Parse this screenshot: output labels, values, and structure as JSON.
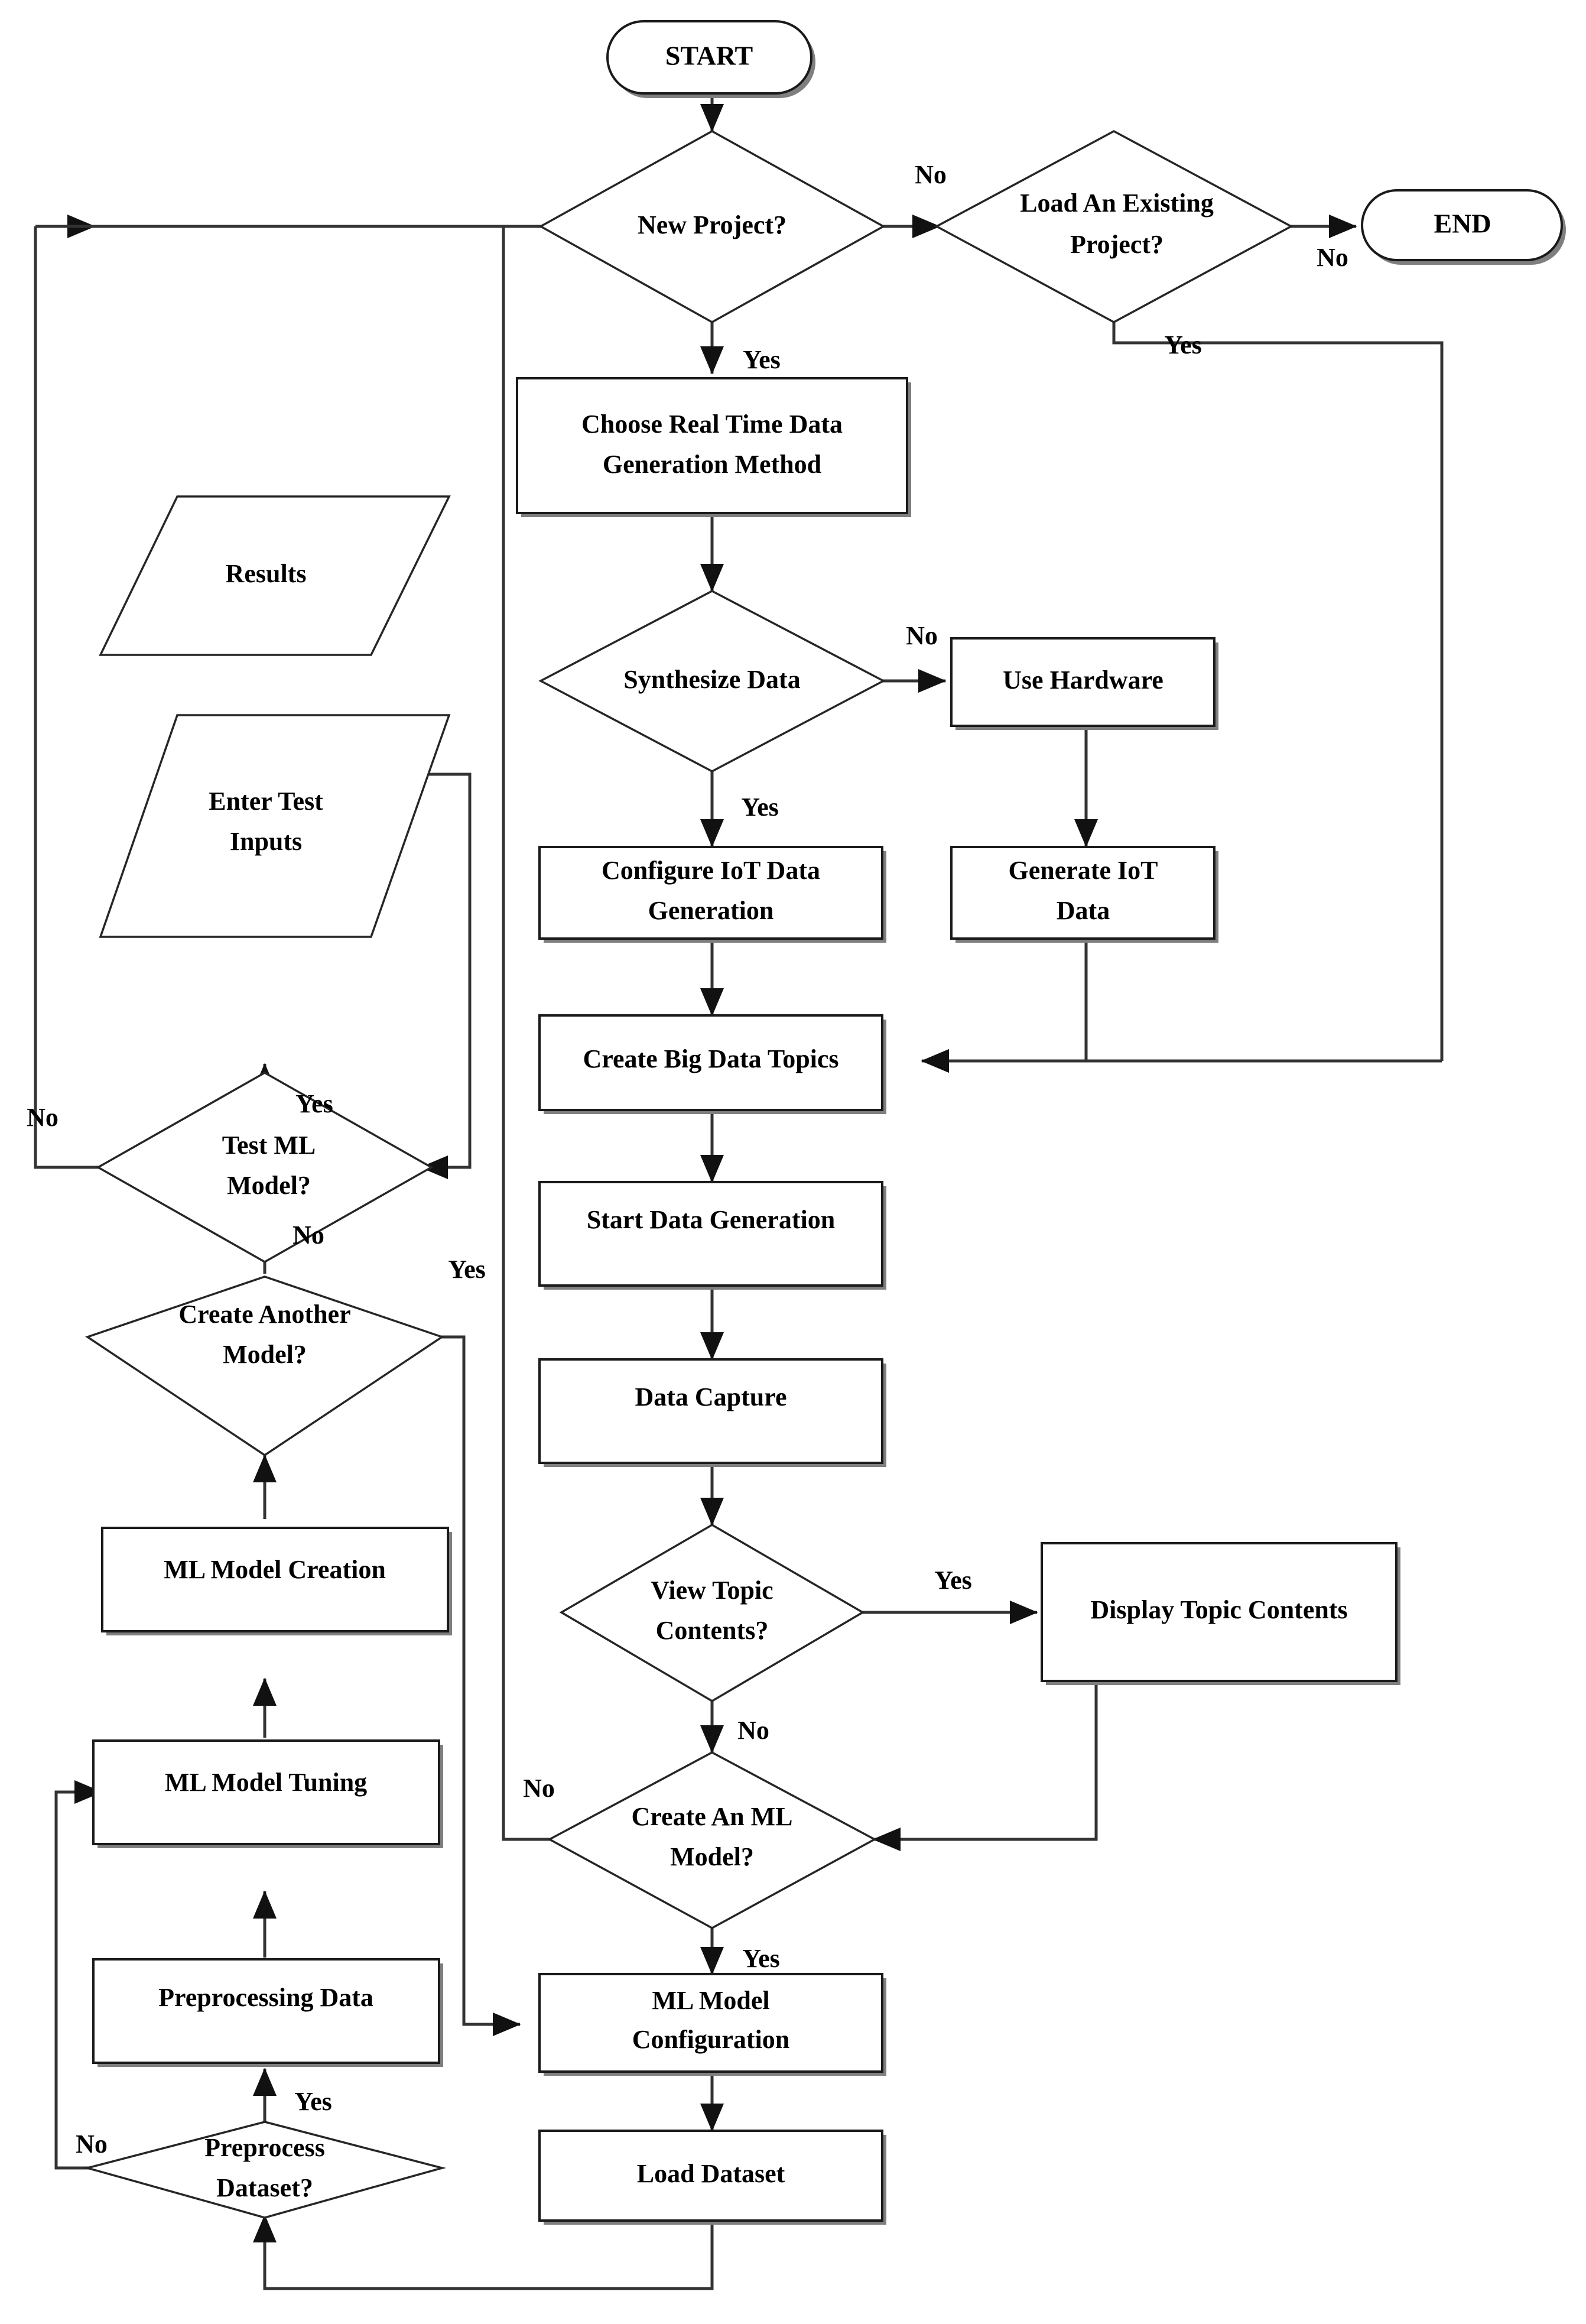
{
  "diagram": {
    "title": "IoT Big Data and Machine Learning Workflow Flowchart",
    "colors": {
      "stroke": "#1a1a1a",
      "line": "#333333",
      "shadow": "#7f7f7f",
      "background": "#ffffff"
    },
    "nodes": [
      {
        "id": "start",
        "shape": "terminator",
        "label": "START"
      },
      {
        "id": "new_project",
        "shape": "decision",
        "label": "New Project?"
      },
      {
        "id": "load_project",
        "shape": "decision",
        "label_line1": "Load An Existing",
        "label_line2": "Project?"
      },
      {
        "id": "end",
        "shape": "terminator",
        "label": "END"
      },
      {
        "id": "choose_method",
        "shape": "process",
        "label_line1": "Choose Real Time  Data",
        "label_line2": "Generation Method"
      },
      {
        "id": "synthesize",
        "shape": "decision",
        "label": "Synthesize Data"
      },
      {
        "id": "use_hardware",
        "shape": "process",
        "label": "Use Hardware"
      },
      {
        "id": "configure_iot",
        "shape": "process",
        "label_line1": "Configure IoT Data",
        "label_line2": "Generation"
      },
      {
        "id": "generate_iot",
        "shape": "process",
        "label_line1": "Generate IoT",
        "label_line2": "Data"
      },
      {
        "id": "create_topics",
        "shape": "process",
        "label": "Create Big Data Topics"
      },
      {
        "id": "start_gen",
        "shape": "process",
        "label": "Start Data Generation"
      },
      {
        "id": "data_capture",
        "shape": "process",
        "label": "Data Capture"
      },
      {
        "id": "view_topic",
        "shape": "decision",
        "label_line1": "View Topic",
        "label_line2": "Contents?"
      },
      {
        "id": "display_topic",
        "shape": "process",
        "label": "Display Topic Contents"
      },
      {
        "id": "create_ml",
        "shape": "decision",
        "label_line1": "Create An ML",
        "label_line2": "Model?"
      },
      {
        "id": "ml_config",
        "shape": "process",
        "label_line1": "ML Model",
        "label_line2": "Configuration"
      },
      {
        "id": "load_dataset",
        "shape": "process",
        "label": "Load Dataset"
      },
      {
        "id": "preprocess_q",
        "shape": "decision",
        "label_line1": "Preprocess",
        "label_line2": "Dataset?"
      },
      {
        "id": "preprocessing",
        "shape": "process",
        "label": "Preprocessing Data"
      },
      {
        "id": "ml_tuning",
        "shape": "process",
        "label": "ML Model Tuning"
      },
      {
        "id": "ml_creation",
        "shape": "process",
        "label": "ML Model Creation"
      },
      {
        "id": "create_another",
        "shape": "decision",
        "label_line1": "Create Another",
        "label_line2": "Model?"
      },
      {
        "id": "test_ml",
        "shape": "decision",
        "label_line1": "Test ML",
        "label_line2": "Model?"
      },
      {
        "id": "enter_test",
        "shape": "parallelogram",
        "label_line1": "Enter Test",
        "label_line2": "Inputs"
      },
      {
        "id": "results",
        "shape": "parallelogram",
        "label": "Results"
      }
    ],
    "edge_labels": {
      "new_project_no": "No",
      "new_project_yes": "Yes",
      "load_project_no": "No",
      "load_project_yes": "Yes",
      "synthesize_no": "No",
      "synthesize_yes": "Yes",
      "view_topic_yes": "Yes",
      "view_topic_no": "No",
      "create_ml_no": "No",
      "create_ml_yes": "Yes",
      "preprocess_yes": "Yes",
      "preprocess_no": "No",
      "create_another_yes": "Yes",
      "create_another_no": "No",
      "test_ml_yes": "Yes",
      "test_ml_no": "No"
    }
  }
}
